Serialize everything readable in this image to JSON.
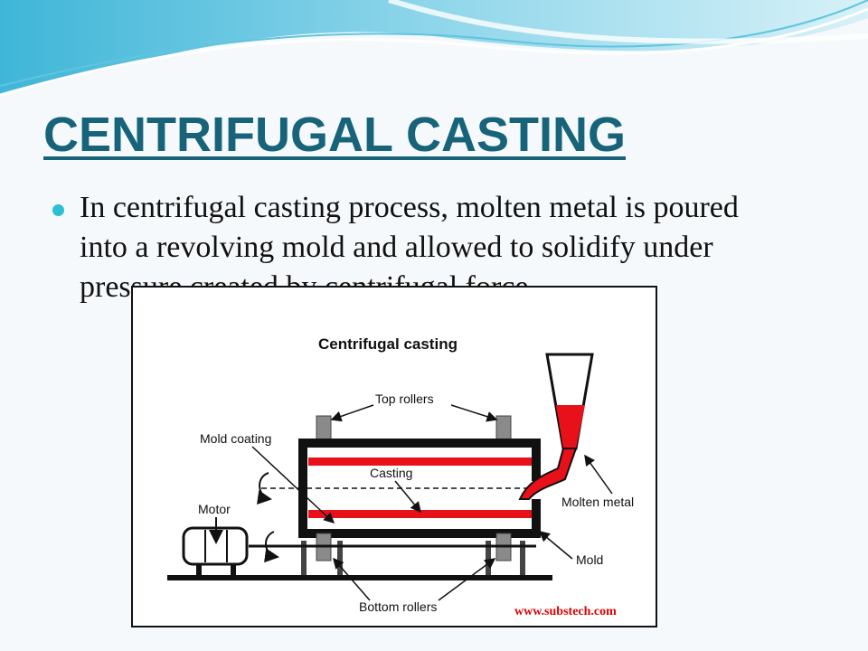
{
  "slide": {
    "title": "CENTRIFUGAL CASTING",
    "bullet": "In centrifugal casting process, molten metal is poured into a revolving mold and allowed to solidify under pressure created by centrifugal force.",
    "accent_color": "#17647a",
    "bullet_color": "#2bbfd3"
  },
  "figure": {
    "title": "Centrifugal casting",
    "labels": {
      "top_rollers": "Top rollers",
      "mold_coating": "Mold coating",
      "casting": "Casting",
      "motor": "Motor",
      "molten_metal": "Molten metal",
      "mold": "Mold",
      "bottom_rollers": "Bottom rollers"
    },
    "watermark": "www.substech.com",
    "molten_color": "#e8111a"
  }
}
